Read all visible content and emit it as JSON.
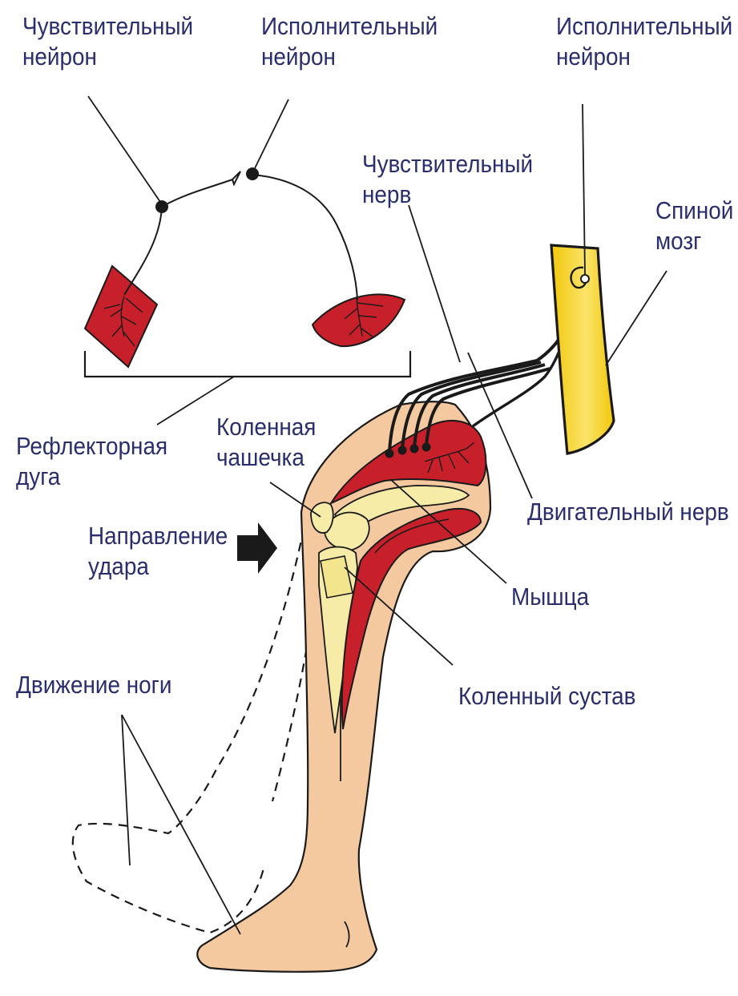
{
  "colors": {
    "label_text": "#2a2e6e",
    "muscle": "#c8202a",
    "muscle_dark": "#8a1015",
    "skin": "#f4c9a0",
    "skin_outline": "#1a1a1a",
    "bone": "#f6eca8",
    "bone_shadow": "#e8d878",
    "spinal_cord": "#f2c80a",
    "spinal_cord_light": "#fbe46a",
    "nerve": "#1a1a1a"
  },
  "labels": {
    "sensory_neuron": [
      "Чувствительный",
      "нейрон"
    ],
    "motor_neuron_top": [
      "Исполнительный",
      "нейрон"
    ],
    "motor_neuron_right": [
      "Исполнительный",
      "нейрон"
    ],
    "sensory_nerve": [
      "Чувствительный",
      "нерв"
    ],
    "spinal_cord": [
      "Спиной",
      "мозг"
    ],
    "reflex_arc": [
      "Рефлекторная",
      "дуга"
    ],
    "kneecap": [
      "Коленная",
      "чашечка"
    ],
    "motor_nerve": "Двигательный  нерв",
    "strike_direction": [
      "Направление",
      "удара"
    ],
    "muscle": "Мышца",
    "leg_movement": "Движение ноги",
    "knee_joint": "Коленный  сустав"
  },
  "icons": {
    "strike_arrow": "right-arrow-icon"
  }
}
